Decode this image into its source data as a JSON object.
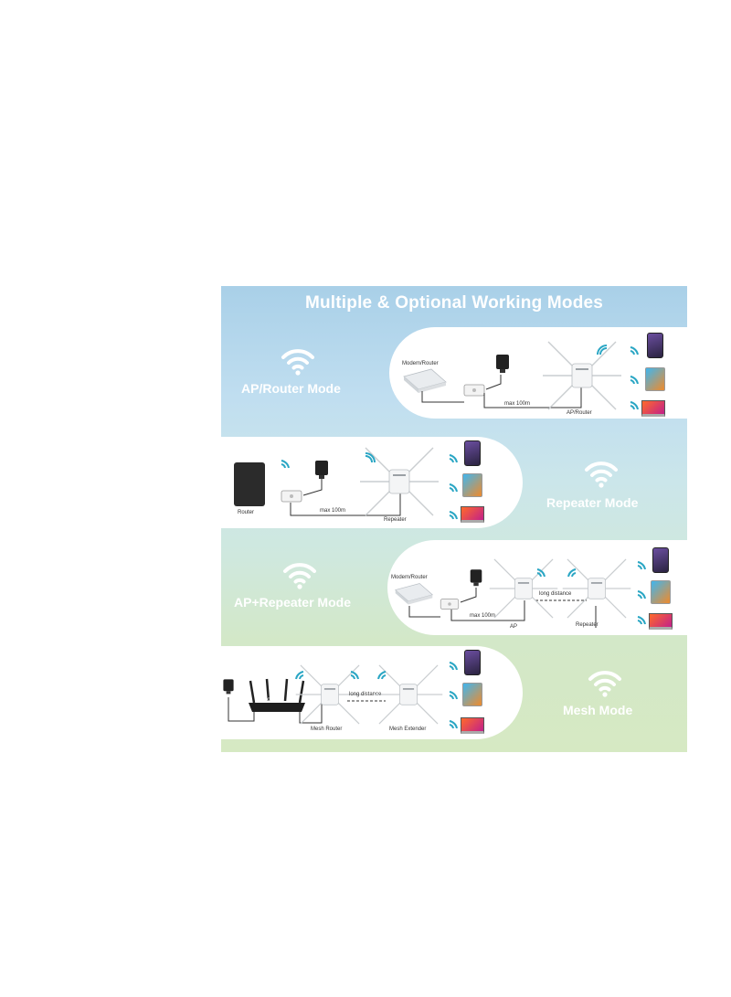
{
  "title": "Multiple & Optional Working Modes",
  "colors": {
    "wifi_teal": "#2aa6c4",
    "panel_top": "#a9d0e8",
    "panel_bottom": "#d6e9c3",
    "card": "#ffffff"
  },
  "modes": [
    {
      "name": "AP/Router Mode",
      "icon": "wifi-icon",
      "labels": {
        "modem": "Modem/Router",
        "distance": "max 100m",
        "device": "AP/Router"
      }
    },
    {
      "name": "Repeater Mode",
      "icon": "wifi-icon",
      "labels": {
        "router": "Router",
        "distance": "max 100m",
        "device": "Repeater"
      }
    },
    {
      "name": "AP+Repeater Mode",
      "icon": "wifi-icon",
      "labels": {
        "modem": "Modem/Router",
        "distance": "max 100m",
        "long": "long distance",
        "ap": "AP",
        "repeater": "Repeater"
      }
    },
    {
      "name": "Mesh Mode",
      "icon": "wifi-icon",
      "labels": {
        "router": "Router",
        "long": "long distance",
        "mesh_router": "Mesh Router",
        "mesh_extender": "Mesh Extender"
      }
    }
  ],
  "client_devices": [
    "phone-icon",
    "tablet-icon",
    "laptop-icon"
  ]
}
